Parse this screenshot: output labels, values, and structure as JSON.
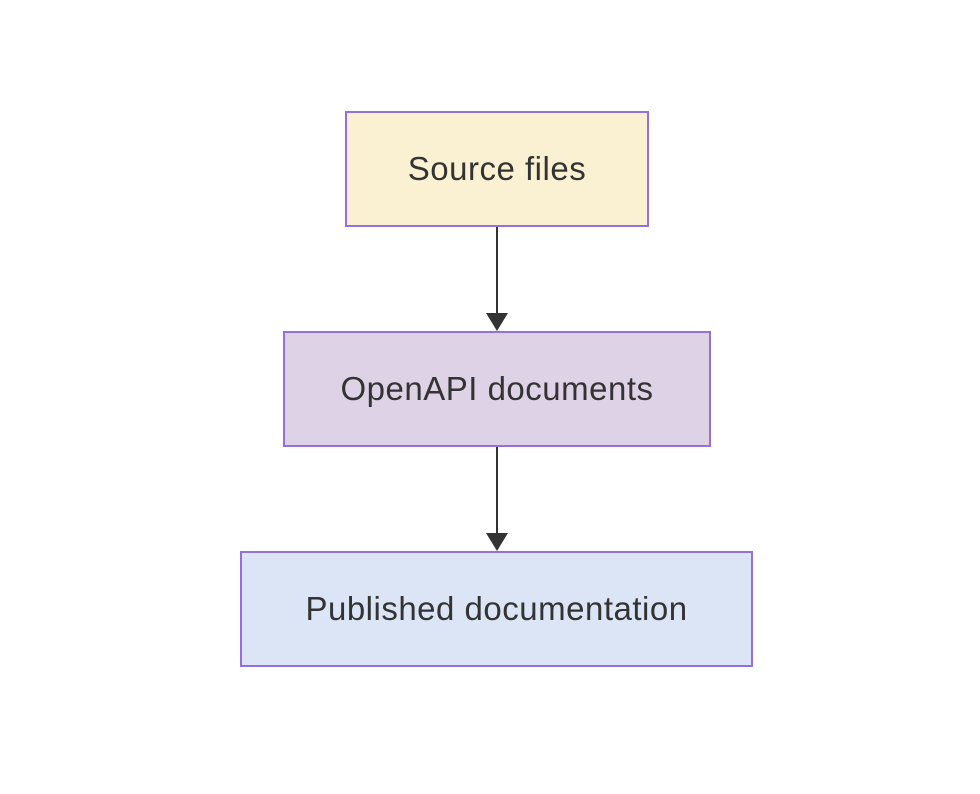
{
  "diagram": {
    "type": "flowchart",
    "direction": "top-down",
    "background_color": "#ffffff",
    "colors": {
      "border": "#9370db",
      "text": "#333333",
      "arrow": "#333333"
    },
    "nodes": [
      {
        "id": "source-files",
        "label": "Source files",
        "fill": "#faf0d2",
        "border": "#9370db"
      },
      {
        "id": "openapi-documents",
        "label": "OpenAPI documents",
        "fill": "#ddd2e6",
        "border": "#9370db"
      },
      {
        "id": "published-documentation",
        "label": "Published documentation",
        "fill": "#dbe5f6",
        "border": "#9370db"
      }
    ],
    "edges": [
      {
        "from": "source-files",
        "to": "openapi-documents",
        "style": "solid",
        "arrowhead": "filled-triangle-down"
      },
      {
        "from": "openapi-documents",
        "to": "published-documentation",
        "style": "solid",
        "arrowhead": "filled-triangle-down"
      }
    ]
  }
}
